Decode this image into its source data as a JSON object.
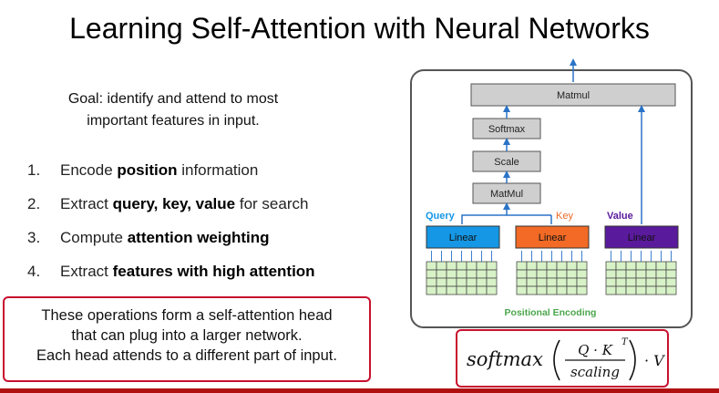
{
  "slide": {
    "title": "Learning Self-Attention with Neural Networks",
    "goal_line1": "Goal: identify and attend to most",
    "goal_line2": "important features in input.",
    "steps": [
      {
        "num": "1.",
        "pre": "Encode ",
        "bold": "position",
        "post": " information"
      },
      {
        "num": "2.",
        "pre": "Extract ",
        "bold": "query, key, value",
        "post": " for search"
      },
      {
        "num": "3.",
        "pre": "Compute ",
        "bold": "attention weighting",
        "post": ""
      },
      {
        "num": "4.",
        "pre": "Extract ",
        "bold": "features with high attention",
        "post": ""
      }
    ],
    "summary_lines": [
      "These operations form a self-attention head",
      "that can plug into a larger network.",
      "Each head attends to a different part of input."
    ]
  },
  "diagram": {
    "blocks": {
      "matmul_top": "Matmul",
      "softmax": "Softmax",
      "scale": "Scale",
      "matmul_qk": "MatMul"
    },
    "labels": {
      "query": "Query",
      "key": "Key",
      "value": "Value"
    },
    "linear": "Linear",
    "positional_encoding": "Positional Encoding",
    "colors": {
      "query": "#1597e5",
      "key": "#f26a25",
      "value": "#5a1a9c",
      "grid": "#d8f2c8",
      "grid_line": "#4a4a4a",
      "block": "#cfcfcf",
      "arrow": "#2a73c8",
      "pe_text": "#4ca64c"
    }
  },
  "formula": {
    "fn": "softmax",
    "numerator": "Q · K",
    "superscript": "T",
    "denominator": "scaling",
    "tail": "· V"
  },
  "colors": {
    "accent": "#c8102e",
    "footer": "#b01010"
  }
}
